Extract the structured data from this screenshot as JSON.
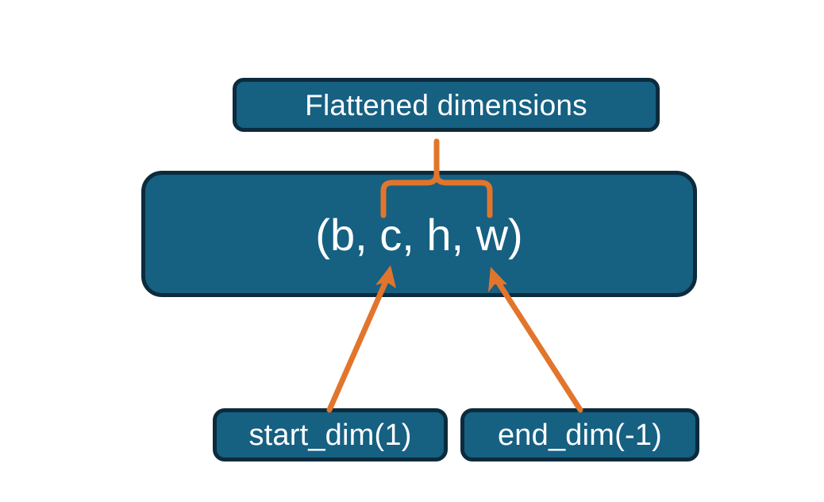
{
  "diagram": {
    "title_node": {
      "label": "Flattened dimensions"
    },
    "tensor_node": {
      "label": "(b, c, h, w)"
    },
    "arg_nodes": [
      {
        "label": "start_dim(1)"
      },
      {
        "label": "end_dim(-1)"
      }
    ],
    "colors": {
      "node_fill": "#166082",
      "node_border": "#0c2b3d",
      "node_text": "#ffffff",
      "connector": "#e2752c",
      "background": "#ffffff"
    },
    "connectors": [
      {
        "name": "brace-to-flattened",
        "kind": "curly-brace-with-stem",
        "spans": "c, h, w",
        "points_to": "Flattened dimensions"
      },
      {
        "name": "start-dim-arrow",
        "kind": "arrow",
        "from": "start_dim(1)",
        "to": "c"
      },
      {
        "name": "end-dim-arrow",
        "kind": "arrow",
        "from": "end_dim(-1)",
        "to": "w"
      }
    ]
  }
}
